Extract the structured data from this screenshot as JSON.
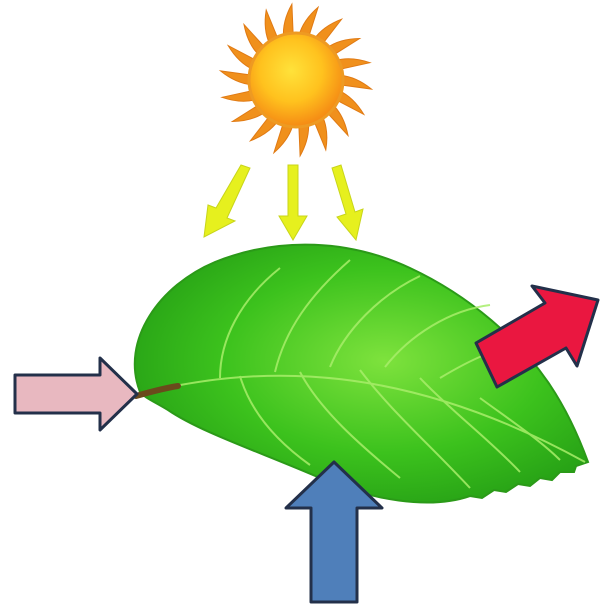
{
  "diagram": {
    "title": "",
    "elements": [
      {
        "id": "sun",
        "icon": "sun-icon",
        "color": "#f7a21a"
      },
      {
        "id": "sunlight-rays",
        "count": 3,
        "color": "#e6f01e"
      },
      {
        "id": "leaf",
        "icon": "leaf-icon",
        "color": "#3cc21d"
      },
      {
        "id": "arrow-in-left",
        "color": "#e8b8c0",
        "direction": "right"
      },
      {
        "id": "arrow-in-bottom",
        "color": "#4f7fba",
        "direction": "up"
      },
      {
        "id": "arrow-out-right",
        "color": "#ea1740",
        "direction": "up-right"
      }
    ]
  }
}
